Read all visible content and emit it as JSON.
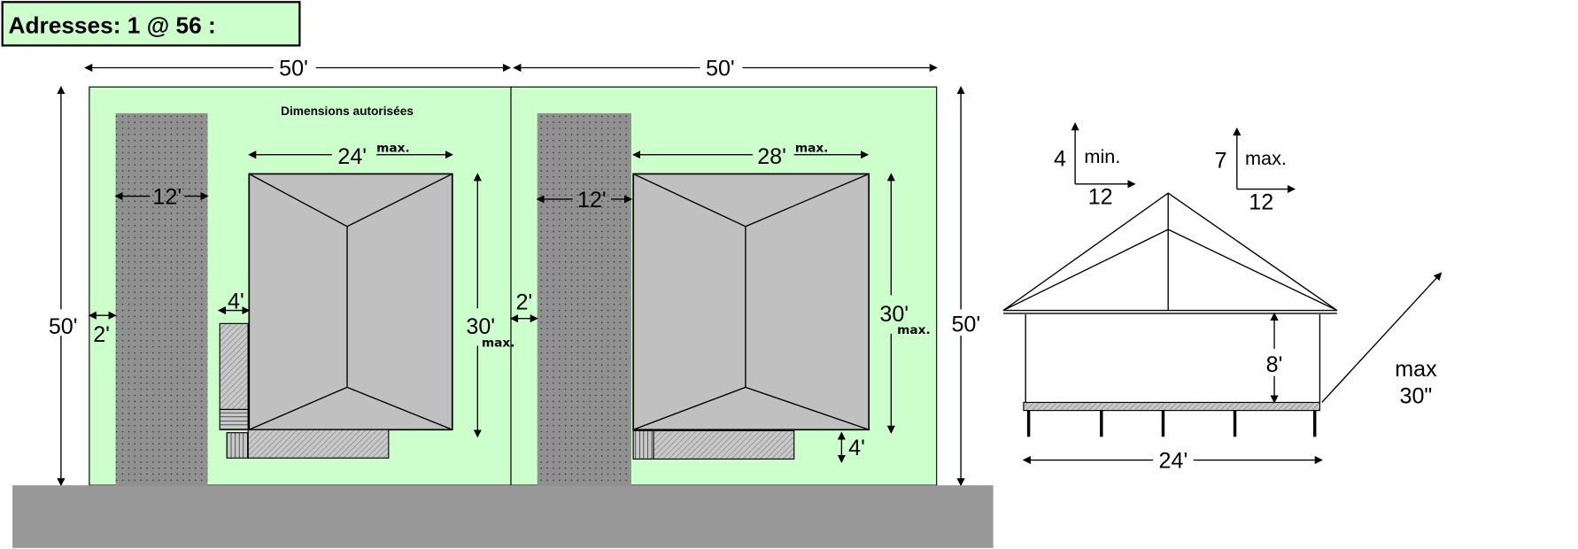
{
  "title": "Adresses:  1 @ 56 :",
  "subtitle": "Dimensions autorisées",
  "colors": {
    "lot": "#ccffcc",
    "driveway": "#909090",
    "house": "#c0c0c0",
    "ground": "#999999"
  },
  "lots": [
    {
      "width": "50'",
      "depth": "50'",
      "driveway_width": "12'",
      "side_margin": "2'",
      "house_width": "24'",
      "house_width_note": "max.",
      "house_depth": "30'",
      "house_depth_note": "max.",
      "patio": "4'"
    },
    {
      "width": "50'",
      "depth": "50'",
      "driveway_width": "12'",
      "side_margin": "2'",
      "house_width": "28'",
      "house_width_note": "max.",
      "house_depth": "30'",
      "house_depth_note": "max.",
      "patio": "4'"
    }
  ],
  "elevation": {
    "slope_min": {
      "rise": "4",
      "run": "12",
      "note": "min."
    },
    "slope_max": {
      "rise": "7",
      "run": "12",
      "note": "max."
    },
    "wall_height": "8'",
    "width": "24'",
    "foundation_note": "max",
    "foundation_height": "30\""
  }
}
